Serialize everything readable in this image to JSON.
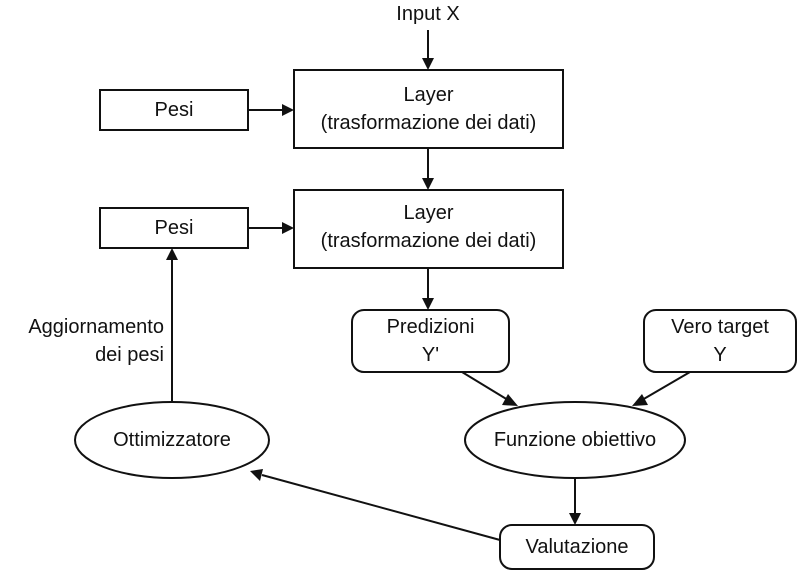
{
  "input_label": "Input X",
  "layer1": {
    "line1": "Layer",
    "line2": "(trasformazione dei dati)"
  },
  "layer2": {
    "line1": "Layer",
    "line2": "(trasformazione dei dati)"
  },
  "weights1": "Pesi",
  "weights2": "Pesi",
  "predictions": {
    "line1": "Predizioni",
    "line2": "Y'"
  },
  "true_target": {
    "line1": "Vero target",
    "line2": "Y"
  },
  "loss_function": "Funzione obiettivo",
  "optimizer": "Ottimizzatore",
  "evaluation": "Valutazione",
  "update_label": {
    "line1": "Aggiornamento",
    "line2": "dei pesi"
  }
}
